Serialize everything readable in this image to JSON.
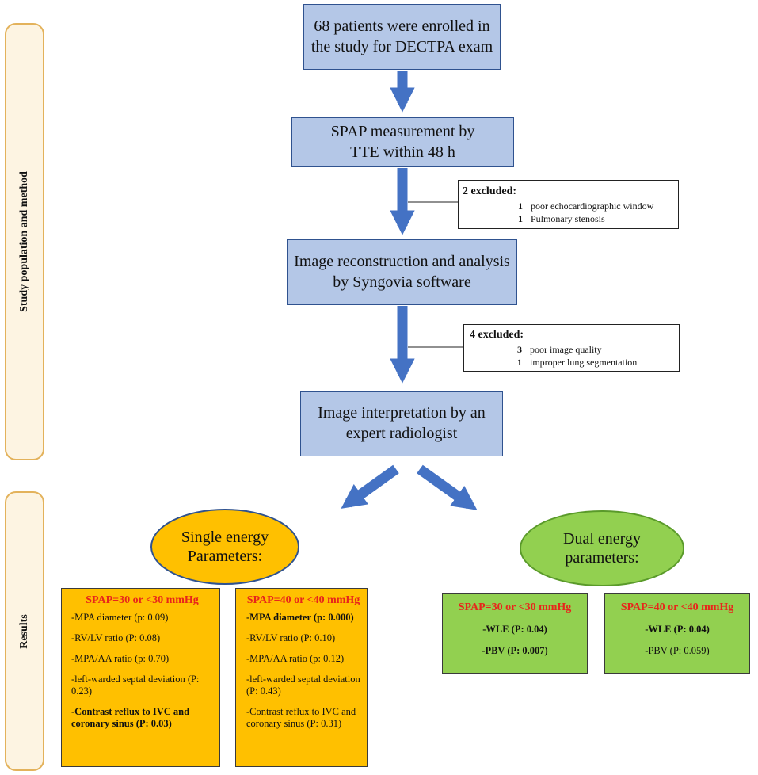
{
  "sections": {
    "study": "Study population and method",
    "results": "Results"
  },
  "steps": [
    {
      "text": "68 patients were enrolled in the study for DECTPA exam"
    },
    {
      "text": "SPAP measurement by TTE within 48 h"
    },
    {
      "text": "Image reconstruction and analysis by Syngovia software"
    },
    {
      "text": "Image interpretation by an expert radiologist"
    }
  ],
  "exclusions": [
    {
      "heading": "2 excluded:",
      "items": [
        {
          "count": "1",
          "reason": "poor echocardiographic window"
        },
        {
          "count": "1",
          "reason": "Pulmonary stenosis"
        }
      ]
    },
    {
      "heading": "4 excluded:",
      "items": [
        {
          "count": "3",
          "reason": "poor image quality"
        },
        {
          "count": "1",
          "reason": "improper lung segmentation"
        }
      ]
    }
  ],
  "categories": {
    "single": "Single energy Parameters:",
    "dual": "Dual energy parameters:"
  },
  "single_boxes": [
    {
      "title": "SPAP=30 or <30 mmHg",
      "items": [
        {
          "text": "-MPA diameter (p: 0.09)",
          "bold": false
        },
        {
          "text": "-RV/LV ratio (P: 0.08)",
          "bold": false
        },
        {
          "text": "-MPA/AA ratio (p: 0.70)",
          "bold": false
        },
        {
          "text": "-left-warded septal deviation (P: 0.23)",
          "bold": false
        },
        {
          "text": "-Contrast reflux to IVC and coronary sinus (P: 0.03)",
          "bold": true
        }
      ]
    },
    {
      "title": "SPAP=40 or <40 mmHg",
      "items": [
        {
          "text": "-MPA diameter (p: 0.000)",
          "bold": true
        },
        {
          "text": "-RV/LV ratio (P: 0.10)",
          "bold": false
        },
        {
          "text": "-MPA/AA ratio (p: 0.12)",
          "bold": false
        },
        {
          "text": "-left-warded septal deviation (P: 0.43)",
          "bold": false
        },
        {
          "text": "-Contrast reflux to IVC and coronary sinus (P: 0.31)",
          "bold": false
        }
      ]
    }
  ],
  "dual_boxes": [
    {
      "title": "SPAP=30 or <30 mmHg",
      "items": [
        {
          "text": "-WLE (P: 0.04)",
          "bold": true
        },
        {
          "text": "-PBV (P: 0.007)",
          "bold": true
        }
      ]
    },
    {
      "title": "SPAP=40 or <40 mmHg",
      "items": [
        {
          "text": "-WLE (P: 0.04)",
          "bold": true
        },
        {
          "text": "-PBV (P: 0.059)",
          "bold": false
        }
      ]
    }
  ],
  "colors": {
    "step_fill": "#b4c7e7",
    "arrow": "#4472c4",
    "single_fill": "#ffc000",
    "dual_fill": "#92d050",
    "title_red": "#e8251b",
    "sidebar_fill": "#fdf4e2",
    "sidebar_border": "#e3b25b"
  }
}
